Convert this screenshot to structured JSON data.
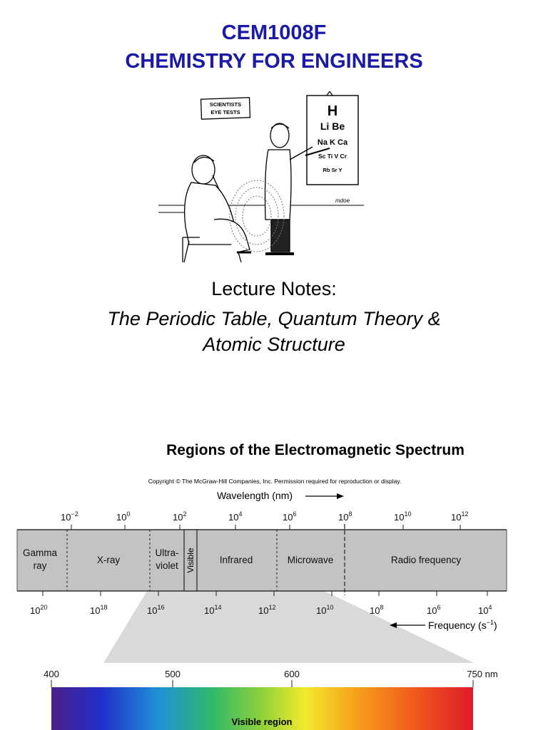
{
  "header": {
    "course_code": "CEM1008F",
    "course_name": "CHEMISTRY FOR ENGINEERS",
    "color": "#1a1aa6"
  },
  "cartoon": {
    "sign": [
      "SCIENTISTS",
      "EYE TESTS"
    ],
    "chart_rows": [
      "H",
      "Li Be",
      "Na K Ca",
      "Sc Ti V Cr",
      "Rb Sr Y"
    ],
    "signature": "mdoe"
  },
  "lecture": {
    "label": "Lecture Notes:",
    "title_line1": "The Periodic Table, Quantum Theory &",
    "title_line2": "Atomic Structure"
  },
  "spectrum": {
    "title": "Regions of the Electromagnetic Spectrum",
    "copyright": "Copyright © The McGraw-Hill Companies, Inc. Permission required for reproduction or display.",
    "wavelength_label": "Wavelength (nm)",
    "frequency_label": "Frequency (s",
    "frequency_label_sup": "−1",
    "frequency_label_end": ")",
    "wavelength_ticks": [
      {
        "base": "10",
        "exp": "−2"
      },
      {
        "base": "10",
        "exp": "0"
      },
      {
        "base": "10",
        "exp": "2"
      },
      {
        "base": "10",
        "exp": "4"
      },
      {
        "base": "10",
        "exp": "6"
      },
      {
        "base": "10",
        "exp": "8"
      },
      {
        "base": "10",
        "exp": "10"
      },
      {
        "base": "10",
        "exp": "12"
      }
    ],
    "frequency_ticks": [
      {
        "base": "10",
        "exp": "20"
      },
      {
        "base": "10",
        "exp": "18"
      },
      {
        "base": "10",
        "exp": "16"
      },
      {
        "base": "10",
        "exp": "14"
      },
      {
        "base": "10",
        "exp": "12"
      },
      {
        "base": "10",
        "exp": "10"
      },
      {
        "base": "10",
        "exp": "8"
      },
      {
        "base": "10",
        "exp": "6"
      },
      {
        "base": "10",
        "exp": "4"
      }
    ],
    "regions": {
      "gamma_1": "Gamma",
      "gamma_2": "ray",
      "xray": "X-ray",
      "uv_1": "Ultra-",
      "uv_2": "violet",
      "visible": "Visible",
      "infrared": "Infrared",
      "microwave": "Microwave",
      "radio": "Radio frequency"
    },
    "visible_ticks": [
      "400",
      "500",
      "600",
      "750 nm"
    ],
    "visible_region_label": "Visible region",
    "band_color": "#c3c3c3"
  }
}
